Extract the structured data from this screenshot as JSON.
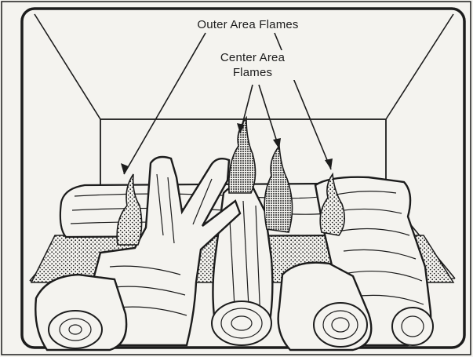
{
  "labels": {
    "outer_area_flames": "Outer Area Flames",
    "center_area_flames_line1": "Center Area",
    "center_area_flames_line2": "Flames"
  },
  "colors": {
    "ink": "#1c1c1c",
    "paper": "#f4f3ef"
  }
}
